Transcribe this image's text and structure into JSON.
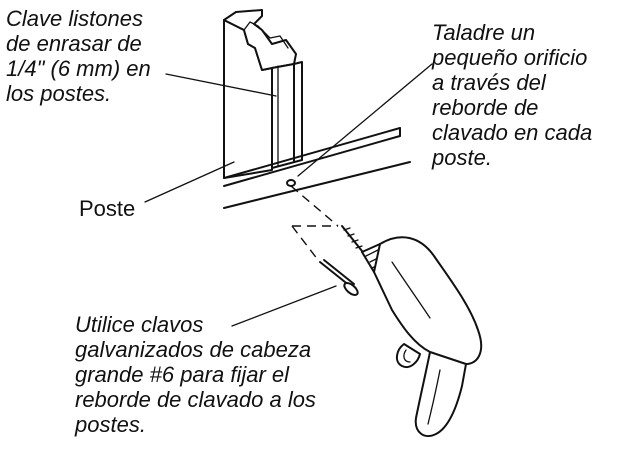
{
  "callouts": {
    "furring_strips": {
      "lines": [
        "Clave listones",
        "de enrasar de",
        "1/4\" (6 mm) en",
        "los postes."
      ]
    },
    "drill_hole": {
      "lines": [
        "Taladre un",
        "pequeño orificio",
        "a través del",
        "reborde de",
        "clavado en cada",
        "poste."
      ]
    },
    "stud": {
      "lines": [
        "Poste"
      ]
    },
    "nails": {
      "lines": [
        "Utilice clavos",
        "galvanizados de cabeza",
        "grande #6 para fijar el",
        "reborde de clavado a los",
        "postes."
      ]
    }
  },
  "colors": {
    "ink": "#111111",
    "background": "#ffffff"
  },
  "icons": {
    "drill": "power-drill-icon",
    "nail": "nail-icon",
    "stud": "stud-post-icon"
  }
}
